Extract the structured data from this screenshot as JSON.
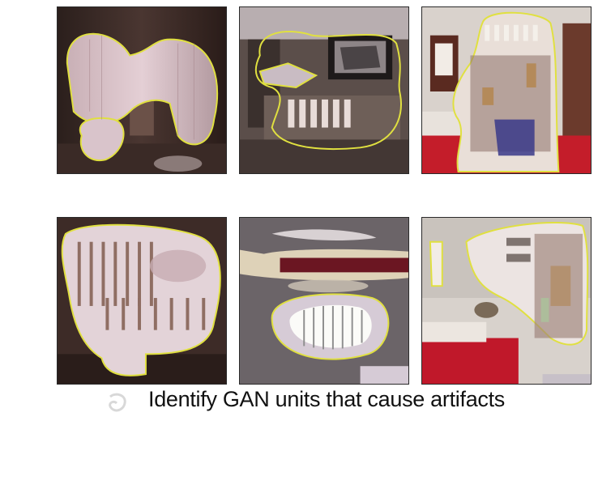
{
  "figure": {
    "caption": "Identify GAN units that cause artifacts",
    "grid": {
      "rows": 2,
      "columns": 3
    },
    "tiles": [
      {
        "row": 1,
        "col": 1,
        "scene": "dark brown room with pale artifact blobs"
      },
      {
        "row": 1,
        "col": 2,
        "scene": "bed with framed picture, outlined artifact region"
      },
      {
        "row": 1,
        "col": 3,
        "scene": "bedroom with red bed and bright artifact column"
      },
      {
        "row": 2,
        "col": 1,
        "scene": "dark room with large striped artifact region"
      },
      {
        "row": 2,
        "col": 2,
        "scene": "grey wall with white oval artifact"
      },
      {
        "row": 2,
        "col": 3,
        "scene": "white room with red bed and artifact region"
      }
    ],
    "outline_color": "#e0e040"
  }
}
